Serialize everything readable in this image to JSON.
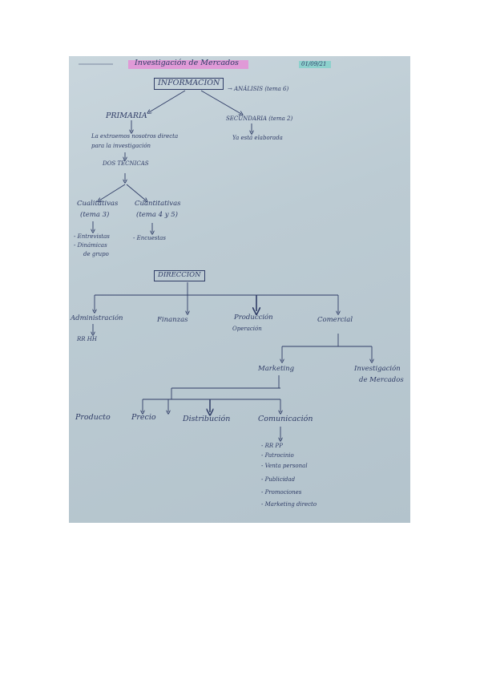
{
  "header": {
    "title": "Investigación de Mercados",
    "date": "01/09/21"
  },
  "top": {
    "info": "INFORMACIÓN",
    "analisis": "→ ANÁLISIS (tema 6)",
    "primaria": "PRIMARIA",
    "primaria_desc": [
      "La extraemos nosotros directa",
      "para la investigación"
    ],
    "secundaria": "SECUNDARIA (tema 2)",
    "secundaria_desc": "Ya está elaborada",
    "dos_tecnicas": "DOS TÉCNICAS",
    "cualitativas": [
      "Cualitativas",
      "(tema 3)"
    ],
    "cuantitativas": [
      "Cuantitativas",
      "(tema 4 y 5)"
    ],
    "cual_items": [
      "- Entrevistas",
      "- Dinámicas",
      "de grupo"
    ],
    "cuant_items": [
      "- Encuestas"
    ]
  },
  "bottom": {
    "direccion": "DIRECCIÓN",
    "admin": "Administración",
    "rrhh": "RR HH",
    "finanzas": "Finanzas",
    "produccion": [
      "Producción",
      "Operación"
    ],
    "comercial": "Comercial",
    "marketing": "Marketing",
    "investigacion": [
      "Investigación",
      "de Mercados"
    ],
    "producto": "Producto",
    "precio": "Precio",
    "distribucion": "Distribución",
    "comunicacion": "Comunicación",
    "com_items": [
      "- RR PP",
      "- Patrocinio",
      "- Venta personal",
      "- Publicidad",
      "- Promociones",
      "- Marketing directo"
    ]
  }
}
